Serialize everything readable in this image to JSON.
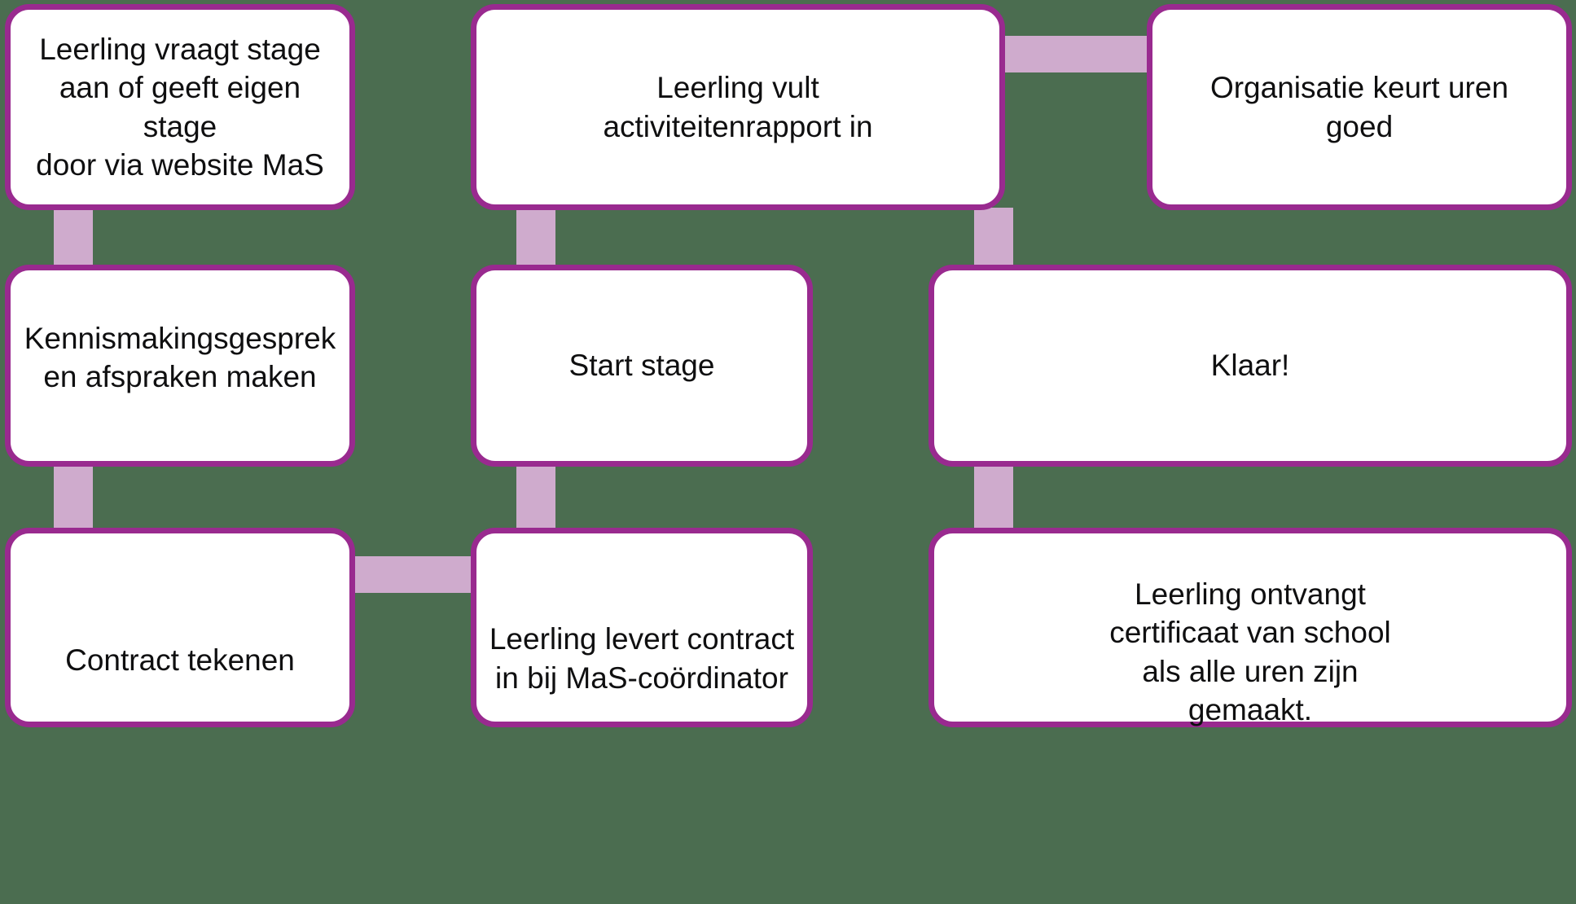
{
  "diagram": {
    "title": "Maatschappelijke stage (MaS) stappenplan",
    "type": "flowchart",
    "colors": {
      "background": "#4b6d50",
      "node_border": "#992a8f",
      "node_fill": "#ffffff",
      "connector": "#cfabcd",
      "text": "#0f0f10"
    },
    "nodes": [
      {
        "id": "aanvraag",
        "label": "Leerling vraagt stage\naan of geeft eigen stage\ndoor via website MaS",
        "row": 1,
        "col": 1
      },
      {
        "id": "rapport",
        "label": "Leerling vult\nactiviteitenrapport in",
        "row": 1,
        "col": 2
      },
      {
        "id": "goedkeuren",
        "label": "Organisatie keurt uren\ngoed",
        "row": 1,
        "col": 3
      },
      {
        "id": "kennismaking",
        "label": "Kennismakingsgesprek\nen afspraken maken",
        "row": 2,
        "col": 1
      },
      {
        "id": "start",
        "label": "Start stage",
        "row": 2,
        "col": 2
      },
      {
        "id": "klaar",
        "label": "Klaar!",
        "row": 2,
        "col": 3
      },
      {
        "id": "contract",
        "label": "Contract tekenen",
        "row": 3,
        "col": 1
      },
      {
        "id": "inleveren",
        "label": "Leerling levert contract\nin bij MaS-coördinator",
        "row": 3,
        "col": 2
      },
      {
        "id": "certificaat",
        "label": "Leerling ontvangt\ncertificaat van school\nals alle uren zijn\ngemaakt.",
        "row": 3,
        "col": 3
      }
    ],
    "connectors": [
      {
        "id": "aanvraag-kennismaking",
        "from": "aanvraag",
        "to": "kennismaking",
        "orientation": "vertical"
      },
      {
        "id": "kennismaking-contract",
        "from": "kennismaking",
        "to": "contract",
        "orientation": "vertical"
      },
      {
        "id": "contract-inleveren",
        "from": "contract",
        "to": "inleveren",
        "orientation": "horizontal"
      },
      {
        "id": "inleveren-start",
        "from": "inleveren",
        "to": "start",
        "orientation": "vertical"
      },
      {
        "id": "start-rapport",
        "from": "start",
        "to": "rapport",
        "orientation": "vertical"
      },
      {
        "id": "rapport-goedkeuren",
        "from": "rapport",
        "to": "goedkeuren",
        "orientation": "horizontal"
      },
      {
        "id": "goedkeuren-klaar",
        "from": "goedkeuren",
        "to": "klaar",
        "orientation": "vertical"
      },
      {
        "id": "klaar-certificaat",
        "from": "klaar",
        "to": "certificaat",
        "orientation": "vertical"
      }
    ]
  }
}
